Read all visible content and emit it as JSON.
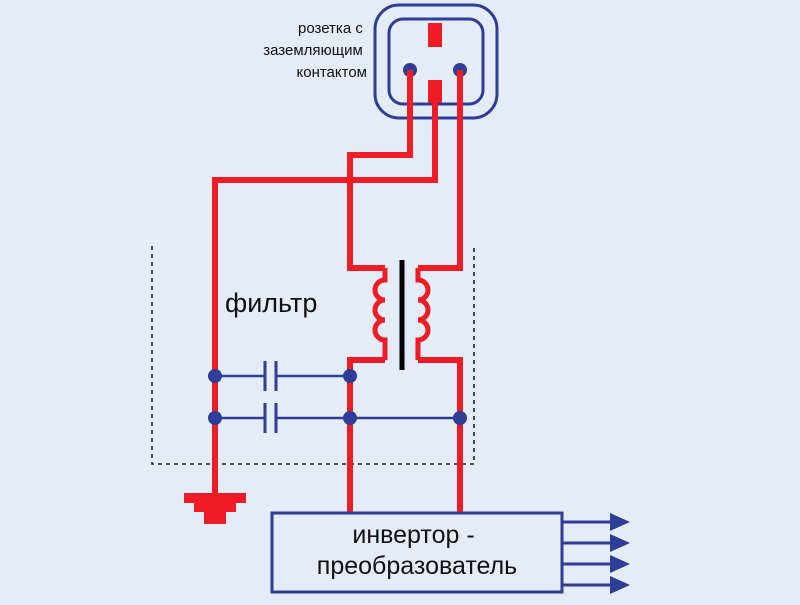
{
  "socket_label": [
    "розетка с",
    "заземляющим",
    "контактом"
  ],
  "filter_label": "фильтр",
  "inverter_label": [
    "инвертор -",
    "преобразователь"
  ],
  "colors": {
    "background": "#e4edf7",
    "wire": "#ee1c24",
    "component": "#2e3d98",
    "node": "#2e3d98",
    "dashed": "#222222",
    "core": "#000000"
  },
  "icons": [
    "socket-icon",
    "ground-icon",
    "capacitor-icon",
    "inductor-icon",
    "output-arrow-icon"
  ]
}
